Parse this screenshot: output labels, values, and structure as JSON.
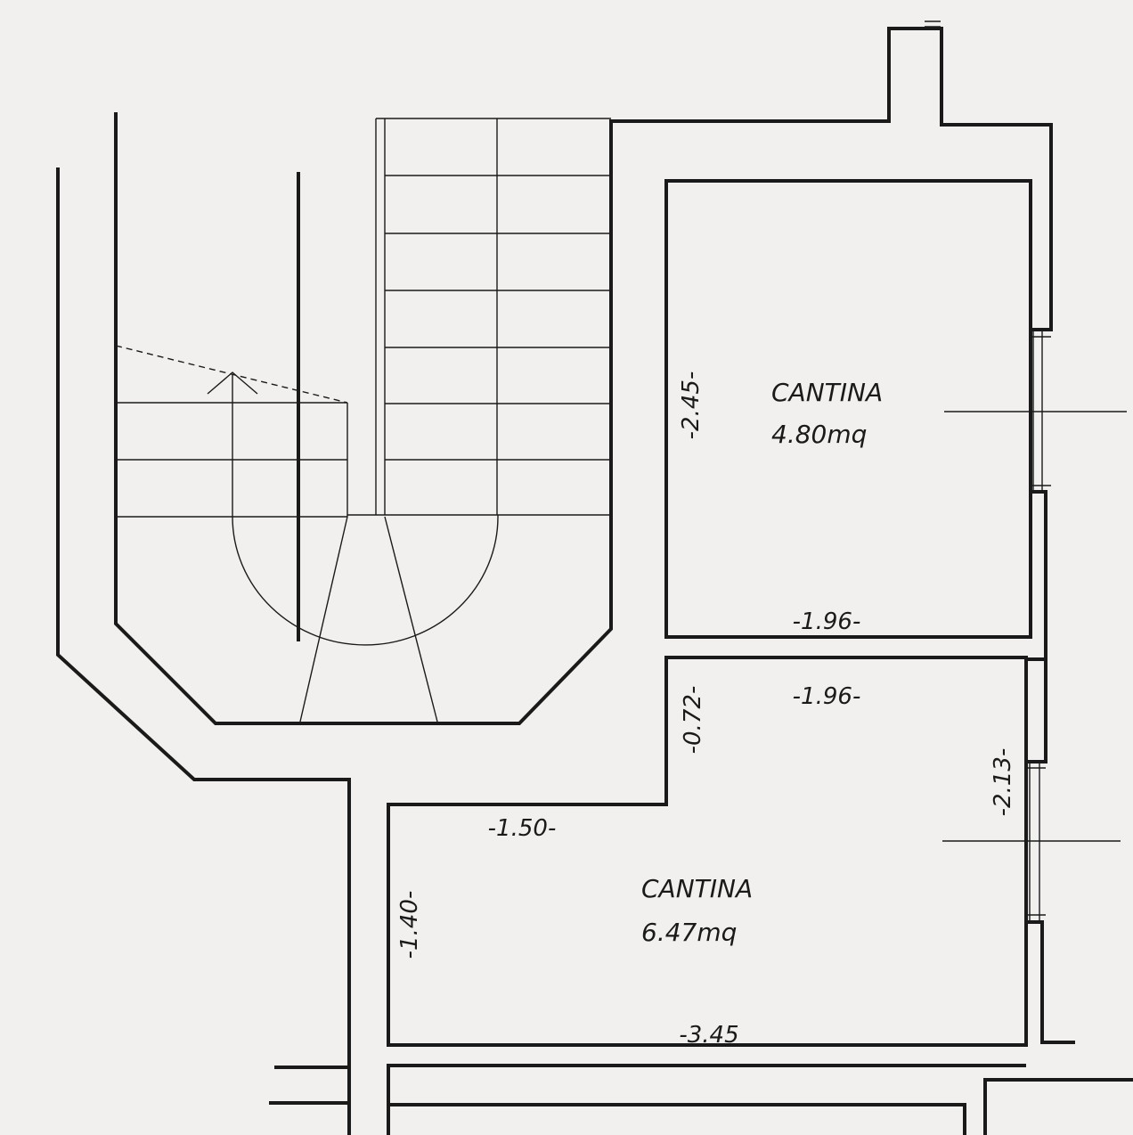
{
  "rooms": [
    {
      "name": "CANTINA",
      "area": "4.80mq"
    },
    {
      "name": "CANTINA",
      "area": "6.47mq"
    }
  ],
  "dimensions": {
    "room1_height": "-2.45-",
    "room1_width": "-1.96-",
    "room2_top_width": "-1.96-",
    "room2_step_height": "-0.72-",
    "room2_right_height": "-2.13-",
    "room2_left_width": "-1.50-",
    "room2_left_height": "-1.40-",
    "room2_bottom_width": "-3.45"
  }
}
